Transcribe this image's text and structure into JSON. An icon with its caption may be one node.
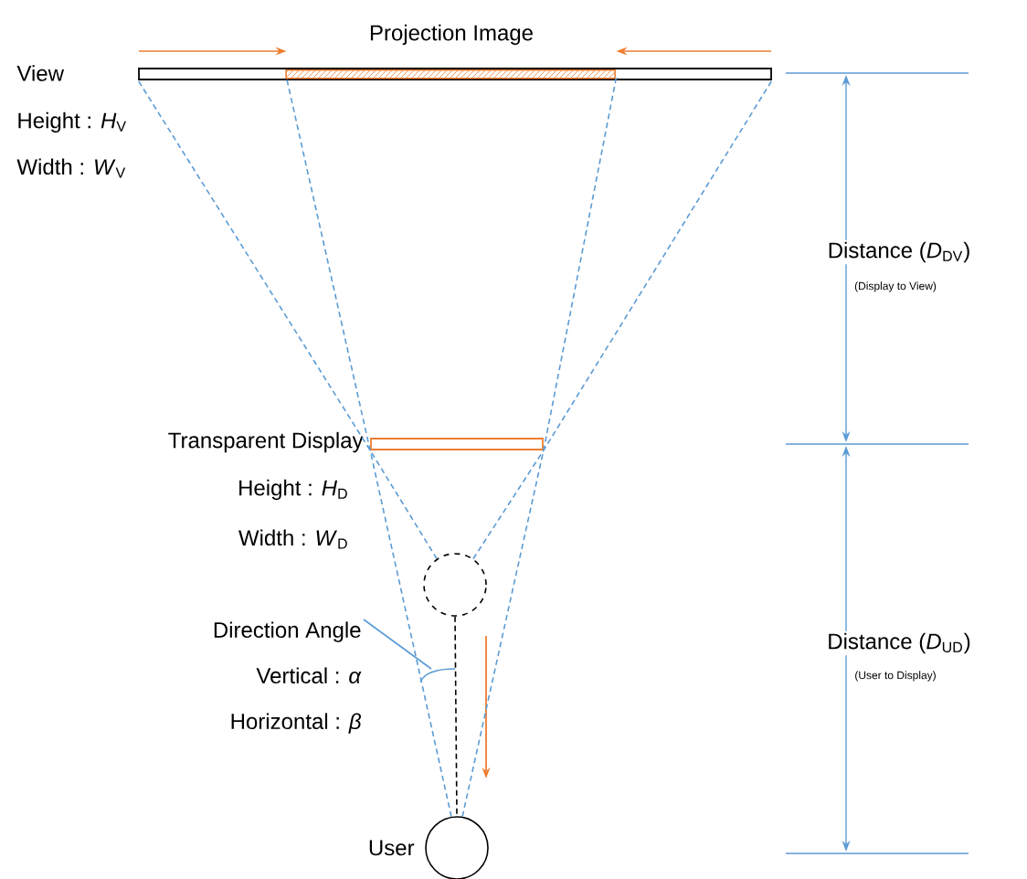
{
  "diagram": {
    "nodes": [
      {
        "text": [],
        "shape": "bar",
        "beside": [
          "View",
          "Height : *H*$_{V}$",
          "Width : *W*$_{V}$"
        ]
      },
      {
        "text": [
          "Projection Image"
        ],
        "in": 0
      },
      {
        "text": [],
        "shape": "bar",
        "beside": [
          "Transparent Display",
          "Height : *H*$_{D}$",
          "Width : *W*$_{D}$"
        ]
      },
      {
        "text": [],
        "shape": "circle"
      },
      {
        "text": [],
        "shape": "circle",
        "beside": [
          "User"
        ]
      },
      {
        "text": [
          "Direction Angle",
          "Vertical : *α*",
          "Horizontal : *β*"
        ]
      }
    ],
    "edges": [
      {
        "from": 3,
        "to": 0,
        "arrow": "none",
        "style": "dashed"
      },
      {
        "from": 3,
        "to": 0,
        "arrow": "none",
        "style": "dashed"
      },
      {
        "from": 4,
        "to": 1,
        "arrow": "none",
        "style": "dashed"
      },
      {
        "from": 4,
        "to": 1,
        "arrow": "none",
        "style": "dashed"
      },
      {
        "from": 3,
        "to": 4,
        "arrow": "none",
        "style": "dashed",
        "color": "#000000"
      },
      {
        "from": null,
        "to": 1,
        "arrow": "to",
        "color": "#ed7d31"
      },
      {
        "from": null,
        "to": 1,
        "arrow": "to",
        "color": "#ed7d31"
      },
      {
        "from": 5,
        "to": null,
        "arrow": "none"
      }
    ],
    "labels": [
      "Distance (*D*$_{DV}$)",
      "(Display to View)",
      "Distance (*D*$_{UD}$)",
      "(User to Display)"
    ]
  }
}
